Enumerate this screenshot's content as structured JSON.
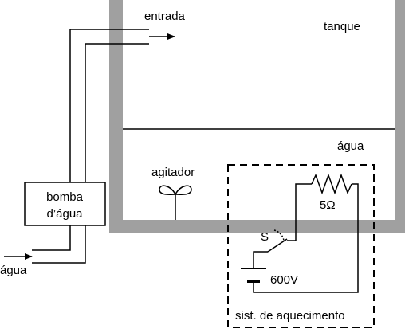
{
  "labels": {
    "entrada": "entrada",
    "tanque": "tanque",
    "agua_tank": "água",
    "agitador": "agitador",
    "bomba_line1": "bomba",
    "bomba_line2": "d’água",
    "agua_inlet": "água",
    "switch": "S",
    "resistor": "5Ω",
    "battery": "600V",
    "heating_system": "sist. de aquecimento"
  },
  "icons": {
    "agitator": "agitator-icon",
    "resistor": "resistor-symbol",
    "switch": "switch-symbol",
    "battery": "battery-symbol",
    "arrows": "arrow-icon"
  },
  "colors": {
    "tank_wall": "#a0a0a0",
    "line": "#000000",
    "background": "#ffffff"
  }
}
